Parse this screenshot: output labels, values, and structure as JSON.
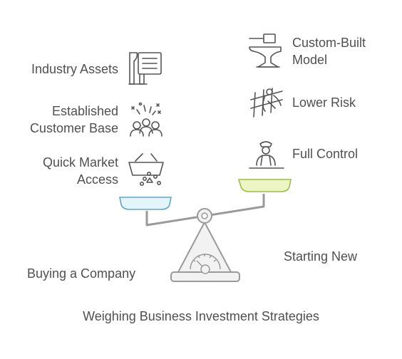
{
  "title": "Weighing Business Investment Strategies",
  "left": {
    "label": "Buying a Company",
    "items": [
      "Industry Assets",
      "Established\nCustomer Base",
      "Quick Market\nAccess"
    ],
    "icons": [
      "document-icon",
      "customers-icon",
      "shopping-basket-icon"
    ],
    "pan_color": "#e3f4fb",
    "pan_stroke": "#5aa9c8"
  },
  "right": {
    "label": "Starting New",
    "items": [
      "Custom-Built\nModel",
      "Lower Risk",
      "Full Control"
    ],
    "icons": [
      "anvil-icon",
      "climbing-ladder-icon",
      "captain-icon"
    ],
    "pan_color": "#edf5c4",
    "pan_stroke": "#9cbf3d"
  }
}
